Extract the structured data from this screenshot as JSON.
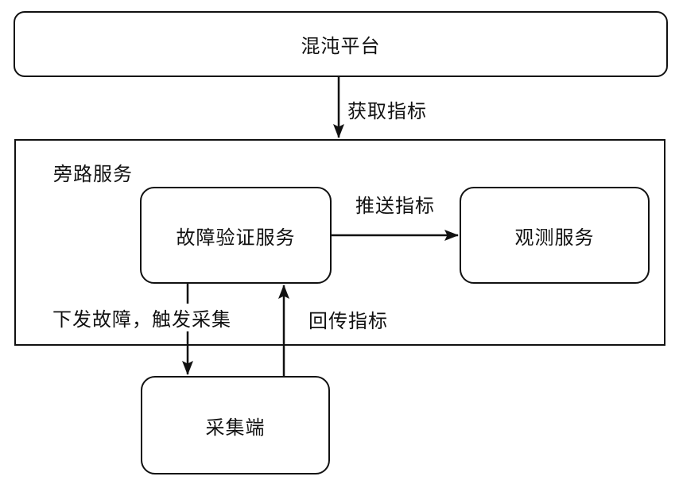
{
  "diagram": {
    "background_color": "#ffffff",
    "stroke_color": "#111111",
    "nodes": {
      "chaos_platform": {
        "label": "混沌平台"
      },
      "bypass_service": {
        "label": "旁路服务"
      },
      "fault_verification": {
        "label": "故障验证服务"
      },
      "observation": {
        "label": "观测服务"
      },
      "collector": {
        "label": "采集端"
      }
    },
    "edges": {
      "fetch_metrics": {
        "label": "获取指标",
        "from": "混沌平台",
        "to": "旁路服务"
      },
      "push_metrics": {
        "label": "推送指标",
        "from": "故障验证服务",
        "to": "观测服务"
      },
      "dispatch_fault": {
        "label": "下发故障，触发采集",
        "from": "故障验证服务",
        "to": "采集端"
      },
      "return_metrics": {
        "label": "回传指标",
        "from": "采集端",
        "to": "故障验证服务"
      }
    }
  }
}
